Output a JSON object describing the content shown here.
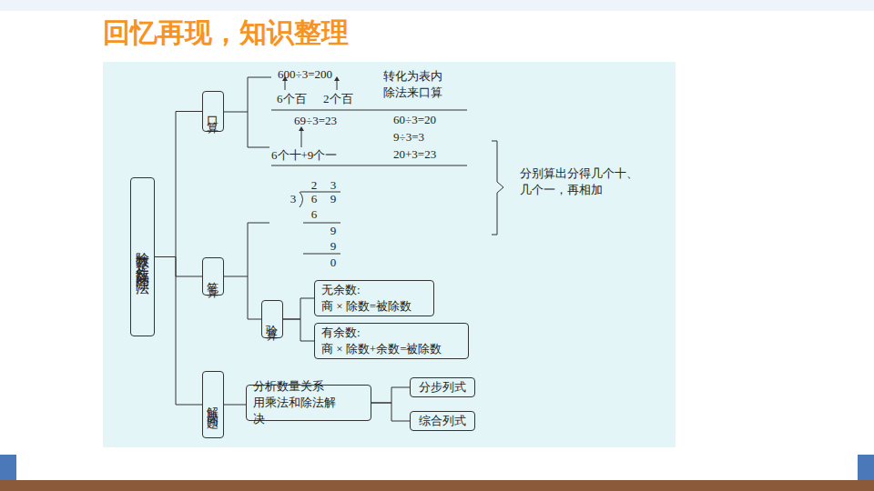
{
  "diagram": {
    "title": "回忆再现，知识整理",
    "nodes": [
      {
        "text": [
          "除数是一位数的除法"
        ]
      },
      {
        "text": [
          "口算"
        ]
      },
      {
        "text": [
          "笔算"
        ]
      },
      {
        "text": [
          "解决问题"
        ]
      },
      {
        "text": [
          "验算"
        ]
      },
      {
        "text": [
          "无余数:",
          "商 × 除数=被除数"
        ]
      },
      {
        "text": [
          "有余数:",
          "商 × 除数+余数=被除数"
        ]
      },
      {
        "text": [
          "分析数量关系 用乘法和除法解决"
        ]
      },
      {
        "text": [
          "分步列式"
        ]
      },
      {
        "text": [
          "综合列式"
        ]
      }
    ],
    "edges": [
      {
        "from": 0,
        "to": 1,
        "arrow": "none"
      },
      {
        "from": 0,
        "to": 2,
        "arrow": "none"
      },
      {
        "from": 0,
        "to": 3,
        "arrow": "none"
      },
      {
        "from": 2,
        "to": 4,
        "arrow": "none"
      },
      {
        "from": 4,
        "to": 5,
        "arrow": "none"
      },
      {
        "from": 4,
        "to": 6,
        "arrow": "none"
      },
      {
        "from": 3,
        "to": 7,
        "arrow": "none"
      },
      {
        "from": 7,
        "to": 8,
        "arrow": "none"
      },
      {
        "from": 7,
        "to": 9,
        "arrow": "none"
      }
    ],
    "labels": [
      "600÷3=200",
      "6个百",
      "2个百",
      "转化为表内 除法来口算",
      "69÷3=23",
      "6个十+9个一",
      "60÷3=20",
      "9÷3=3",
      "20+3=23",
      "2",
      "3",
      "3",
      "6",
      "9",
      "6",
      "9",
      "9",
      "0",
      "分别算出分得几个十、 几个一，再相加"
    ]
  }
}
